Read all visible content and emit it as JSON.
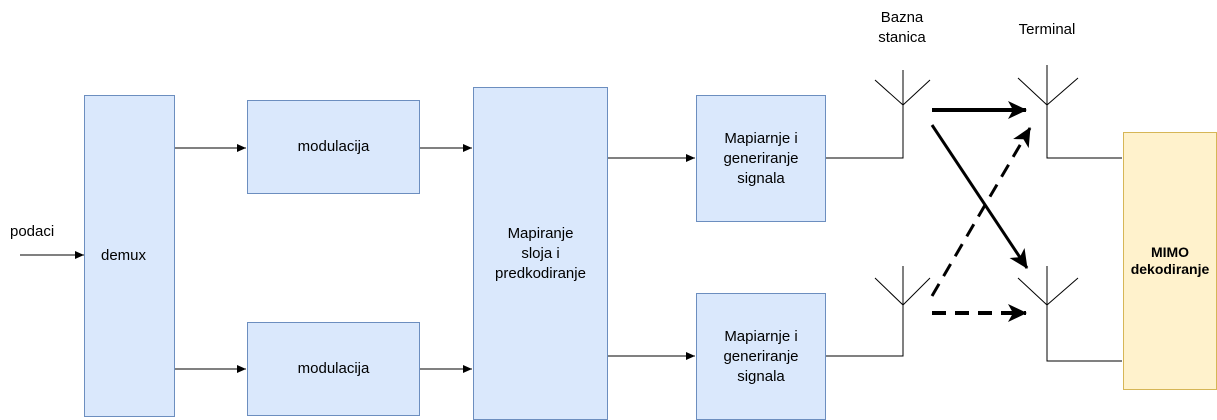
{
  "colors": {
    "box_fill": "#dae8fc",
    "box_stroke": "#6c8ebf",
    "decoder_fill": "#fff2cc",
    "decoder_stroke": "#d6b656",
    "line": "#000000"
  },
  "diagram": {
    "input_label": "podaci",
    "demux_label": "demux",
    "modulation_top_label": "modulacija",
    "modulation_bottom_label": "modulacija",
    "layer_mapping_label": "Mapiranje\nsloja i\npredkodiranje",
    "signal_top_label": "Mapiarnje i\ngeneriranje\nsignala",
    "signal_bottom_label": "Mapiarnje i\ngeneriranje\nsignala",
    "base_station_label": "Bazna\nstanica",
    "terminal_label": "Terminal",
    "mimo_label": "MIMO\ndekodiranje"
  },
  "icons": [
    "antenna-icon",
    "arrow-icon"
  ]
}
